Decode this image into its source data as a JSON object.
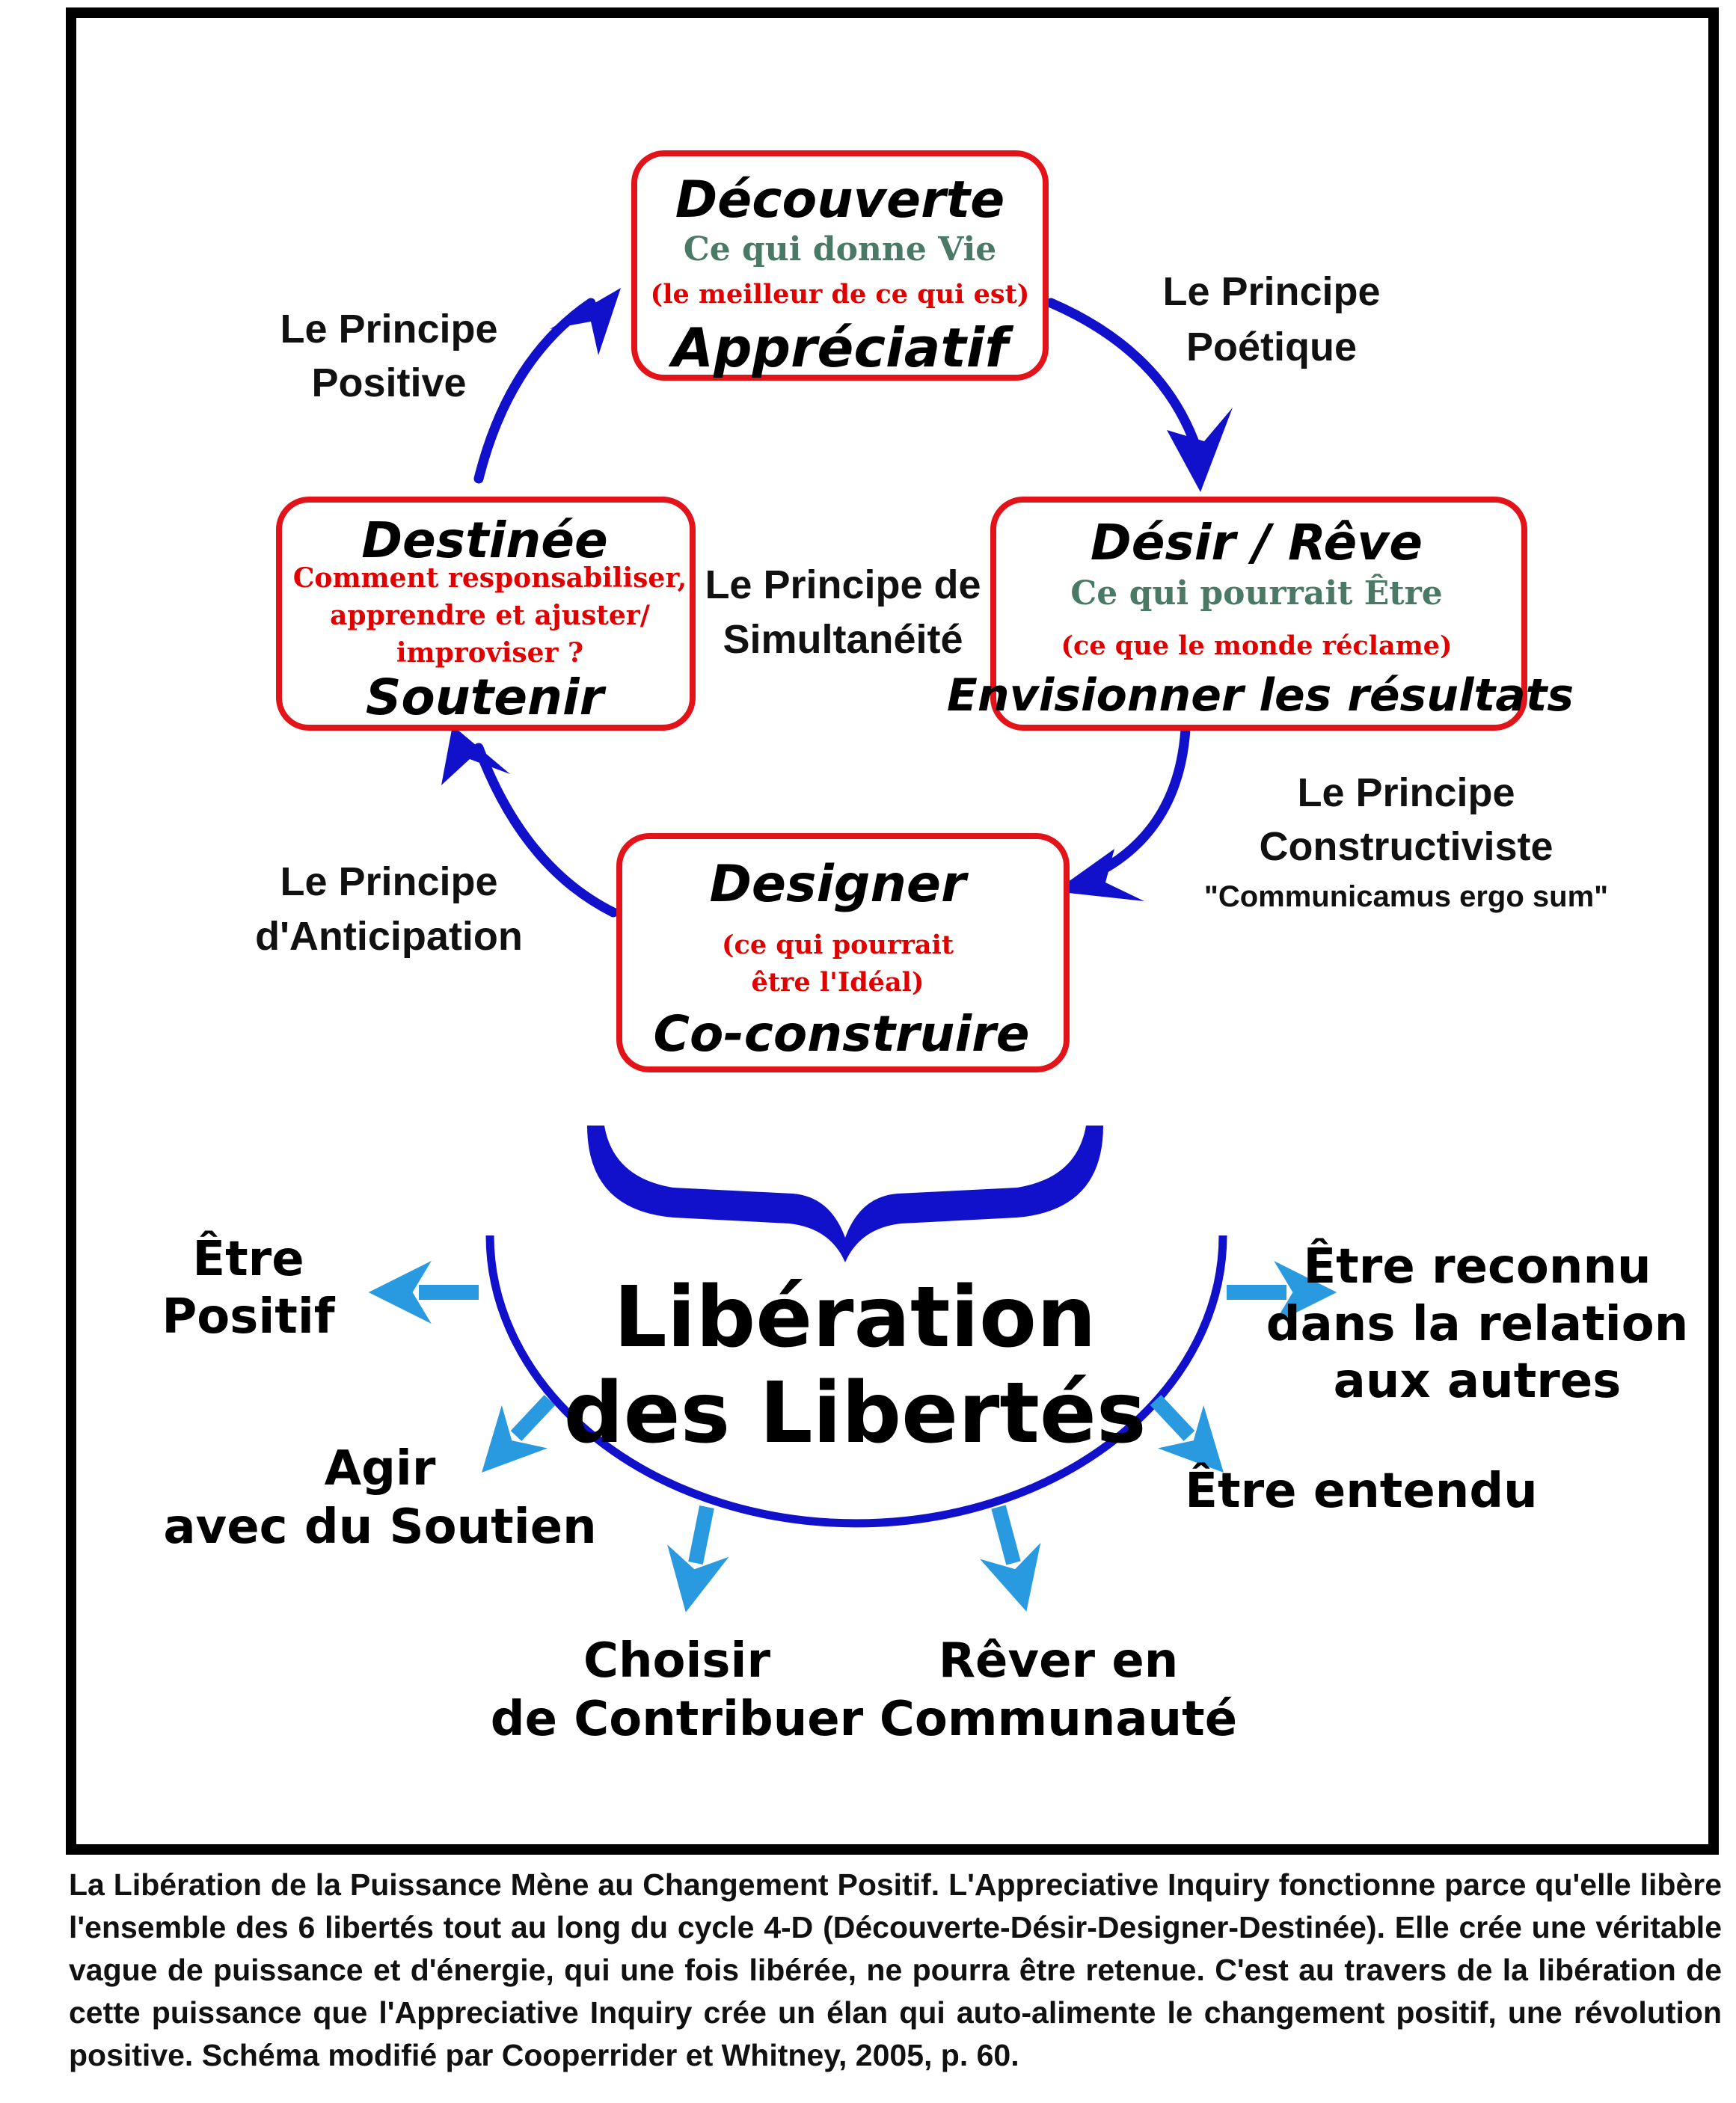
{
  "stages": {
    "discovery": {
      "title": "Découverte",
      "subtitle": "Ce qui donne Vie",
      "detail": "(le meilleur de ce qui est)",
      "action": "Appréciatif"
    },
    "dream": {
      "title": "Désir / Rêve",
      "subtitle": "Ce qui pourrait Être",
      "detail": "(ce que le monde réclame)",
      "action": "Envisionner les résultats"
    },
    "design": {
      "title": "Designer",
      "detail_line1": "(ce qui pourrait",
      "detail_line2": "être l'Idéal)",
      "action": "Co-construire"
    },
    "destiny": {
      "title": "Destinée",
      "detail_line1": "Comment responsabiliser,",
      "detail_line2": "apprendre et ajuster/",
      "detail_line3": "improviser ?",
      "action": "Soutenir"
    }
  },
  "principles": {
    "positive": {
      "line1": "Le Principe",
      "line2": "Positive"
    },
    "poetic": {
      "line1": "Le Principe",
      "line2": "Poétique"
    },
    "simultaneity": {
      "line1": "Le Principe de",
      "line2": "Simultanéité"
    },
    "constructivist": {
      "line1": "Le Principe",
      "line2": "Constructiviste",
      "quote": "\"Communicamus ergo sum\""
    },
    "anticipation": {
      "line1": "Le Principe",
      "line2": "d'Anticipation"
    }
  },
  "liberation": {
    "line1": "Libération",
    "line2": "des Libertés"
  },
  "freedoms": {
    "positive": {
      "line1": "Être",
      "line2": "Positif"
    },
    "recognized": {
      "line1": "Être reconnu",
      "line2": "dans la relation",
      "line3": "aux autres"
    },
    "heard": {
      "line1": "Être entendu"
    },
    "support": {
      "line1": "Agir",
      "line2": "avec du Soutien"
    },
    "contribute": {
      "line1": "Choisir",
      "line2": "de Contribuer"
    },
    "community": {
      "line1": "Rêver en",
      "line2": "Communauté"
    }
  },
  "caption": "La Libération de la Puissance Mène au Changement Positif. L'Appreciative Inquiry fonctionne parce qu'elle libère l'ensemble des 6 libertés tout au long du cycle 4-D (Découverte-Désir-Designer-Destinée). Elle crée une véritable vague de puissance et d'énergie, qui une fois libérée, ne pourra être retenue. C'est au travers de la libération de cette puissance que l'Appreciative Inquiry crée un élan qui auto-alimente le changement positif, une révolution positive. Schéma modifié par Cooperrider et Whitney, 2005, p. 60.",
  "colors": {
    "box_border": "#e2141a",
    "cycle_arrow": "#1111cc",
    "freedom_arrow": "#2a9ae0",
    "subtitle_green": "#4a7a66",
    "detail_red": "#e00000"
  }
}
